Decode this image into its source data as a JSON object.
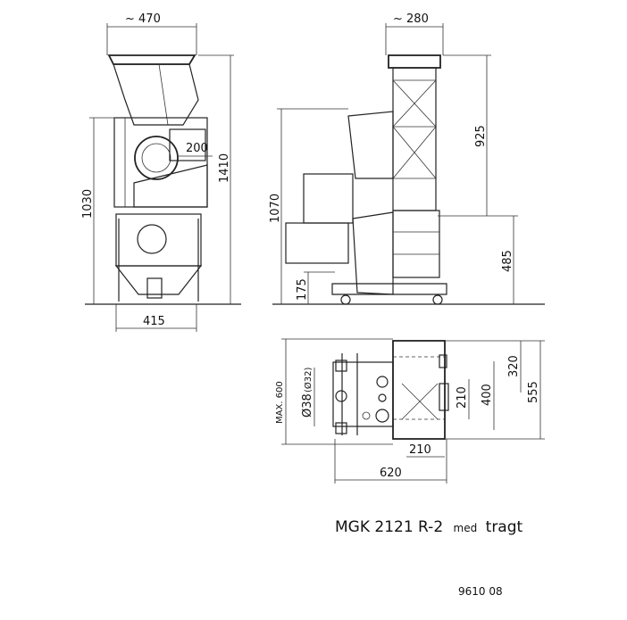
{
  "dimensions": {
    "front_top_width": "~ 470",
    "front_side": "200",
    "front_height_1030": "1030",
    "front_height_1410": "1410",
    "front_base_width": "415",
    "side_top_width": "~ 280",
    "side_925": "925",
    "side_1070": "1070",
    "side_485": "485",
    "side_175": "175",
    "plan_max600": "MAX. 600",
    "plan_dia38": "Ø38",
    "plan_dia32": "(Ø32)",
    "plan_210_vertical": "210",
    "plan_400": "400",
    "plan_320": "320",
    "plan_555": "555",
    "plan_210_horizontal": "210",
    "plan_620": "620"
  },
  "caption": {
    "model": "MGK 2121 R-2",
    "suffix_small": "med",
    "suffix": "tragt"
  },
  "doc_number": "9610 08"
}
